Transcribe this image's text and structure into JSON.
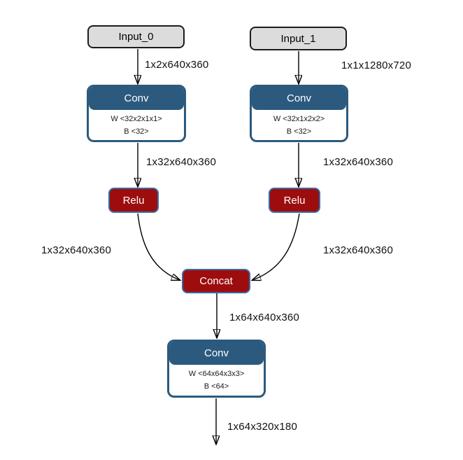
{
  "diagram": {
    "type": "neural-network-graph",
    "colors": {
      "layer_header_blue": "#2b5a7e",
      "activation_red": "#9d0d0e",
      "red_node_border_blue": "#3b6ba5",
      "input_fill_gray": "#dcdcdc",
      "input_border": "#1c1c1c",
      "edge_stroke": "#000000",
      "background": "#ffffff"
    },
    "nodes": {
      "input0": {
        "label": "Input_0"
      },
      "input1": {
        "label": "Input_1"
      },
      "conv0": {
        "label": "Conv",
        "weight": "W <32x2x1x1>",
        "bias": "B <32>"
      },
      "conv1": {
        "label": "Conv",
        "weight": "W <32x1x2x2>",
        "bias": "B <32>"
      },
      "relu0": {
        "label": "Relu"
      },
      "relu1": {
        "label": "Relu"
      },
      "concat": {
        "label": "Concat"
      },
      "conv2": {
        "label": "Conv",
        "weight": "W <64x64x3x3>",
        "bias": "B <64>"
      }
    },
    "edges": {
      "input0_to_conv0": {
        "label": "1x2x640x360"
      },
      "input1_to_conv1": {
        "label": "1x1x1280x720"
      },
      "conv0_to_relu0": {
        "label": "1x32x640x360"
      },
      "conv1_to_relu1": {
        "label": "1x32x640x360"
      },
      "relu0_to_concat": {
        "label": "1x32x640x360"
      },
      "relu1_to_concat": {
        "label": "1x32x640x360"
      },
      "concat_to_conv2": {
        "label": "1x64x640x360"
      },
      "conv2_to_output": {
        "label": "1x64x320x180"
      }
    }
  }
}
